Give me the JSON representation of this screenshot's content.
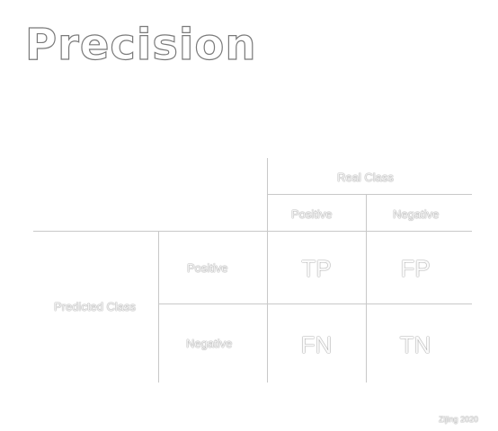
{
  "title": "Precision",
  "matrix": {
    "real_class_header": "Real Class",
    "predicted_class_header": "Predicted Class",
    "columns": [
      "Positive",
      "Negative"
    ],
    "rows": [
      "Positive",
      "Negative"
    ],
    "cells": [
      [
        "TP",
        "FP"
      ],
      [
        "FN",
        "TN"
      ]
    ]
  },
  "credit": "Zijing 2020"
}
